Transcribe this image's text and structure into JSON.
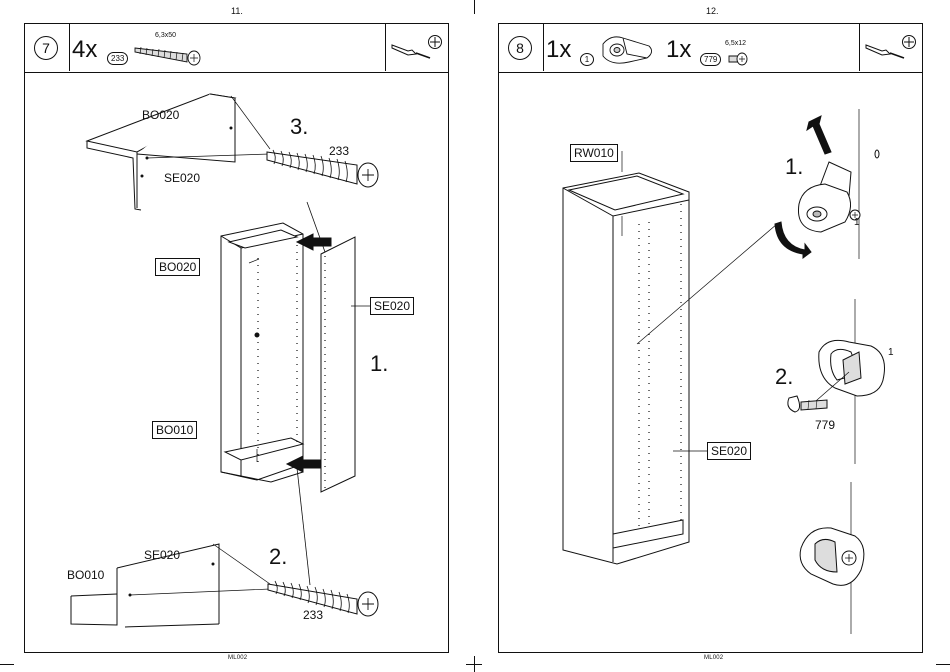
{
  "left_page": {
    "page_number": "11.",
    "footer": "ML002",
    "step": "7",
    "quantity": "4x",
    "part_ref": "233",
    "screw_spec": "6,3x50",
    "tool_icons": [
      "screwdriver-icon",
      "phillips-head-icon"
    ],
    "labels": {
      "bo020_top": "BO020",
      "se020_top": "SE020",
      "step3": "3.",
      "screw_233_top": "233",
      "bo020_box": "BO020",
      "se020_box": "SE020",
      "step1": "1.",
      "bo010_box": "BO010",
      "se020_bottom": "SE020",
      "bo010_bottom": "BO010",
      "step2": "2.",
      "screw_233_bottom": "233"
    }
  },
  "right_page": {
    "page_number": "12.",
    "footer": "ML002",
    "step": "8",
    "item1_quantity": "1x",
    "item1_ref": "1",
    "item2_quantity": "1x",
    "item2_ref": "779",
    "screw_spec": "6,5x12",
    "tool_icons": [
      "screwdriver-icon",
      "phillips-head-icon"
    ],
    "labels": {
      "rw010_box": "RW010",
      "se020_box": "SE020",
      "step1": "1.",
      "bracket_ref": "1",
      "step2": "2.",
      "bracket_ref2": "1",
      "screw_779": "779"
    }
  }
}
